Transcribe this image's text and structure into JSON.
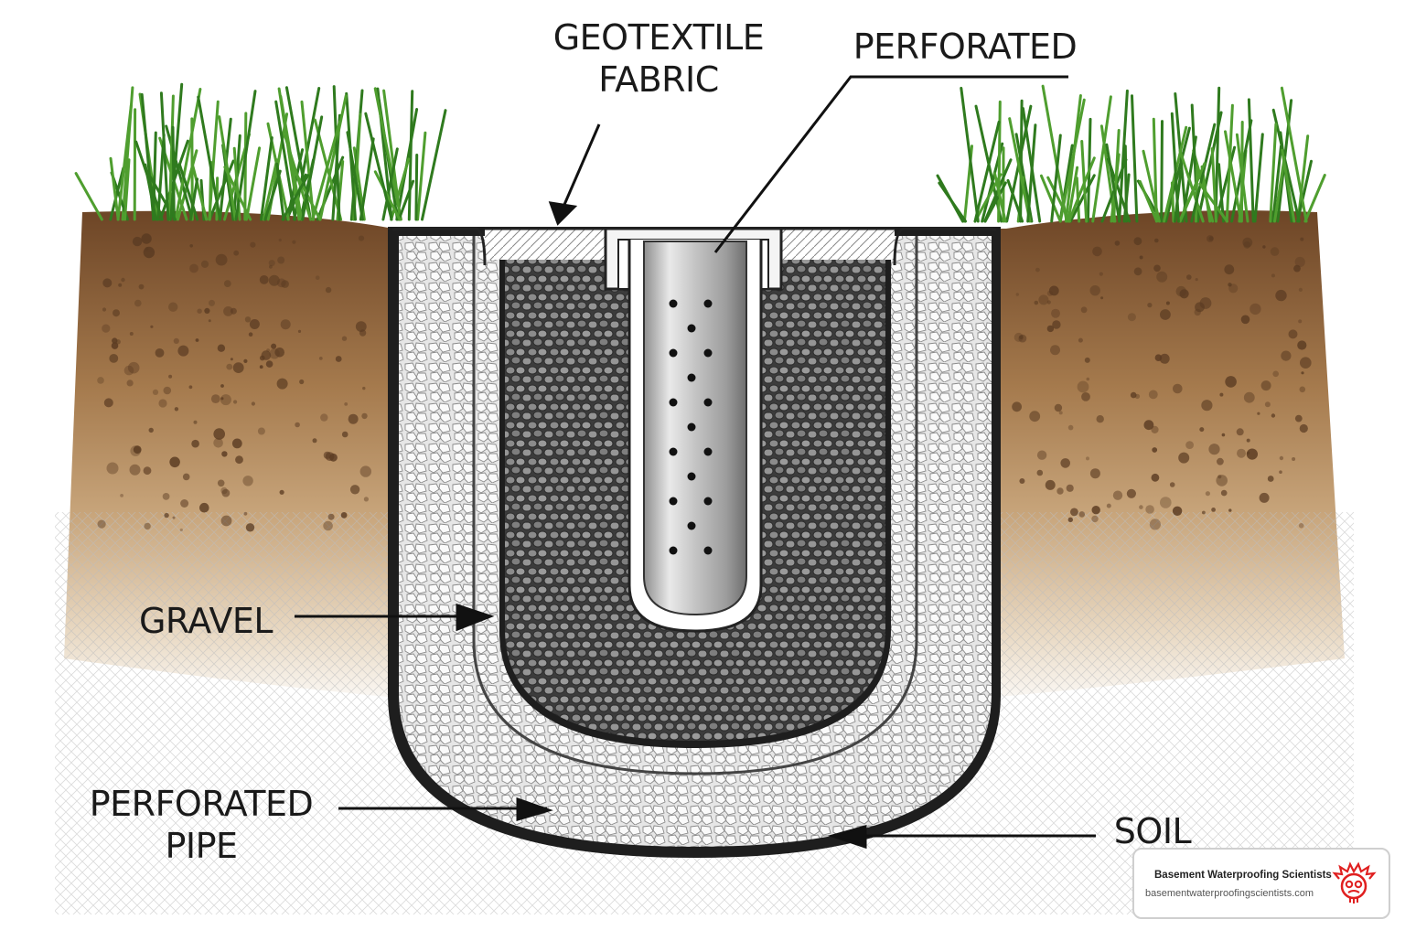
{
  "labels": {
    "geotextile": "GEOTEXTILE\nFABRIC",
    "perforated_top": "PERFORATED",
    "gravel": "GRAVEL",
    "perforated_pipe": "PERFORATED\nPIPE",
    "soil": "SOIL"
  },
  "brand": {
    "name": "Basement Waterproofing Scientists",
    "url": "basementwaterproofingscientists.com",
    "logo_icon": "scientist-head-icon"
  },
  "colors": {
    "grass": "#4f9e2f",
    "soil_top": "#7a5330",
    "soil_mid": "#b08457",
    "gravel_dark": "#5a5a5a",
    "gravel_light": "#d9d9d9",
    "pipe_metal": "#b8b8b8",
    "brand_red": "#e02020"
  }
}
